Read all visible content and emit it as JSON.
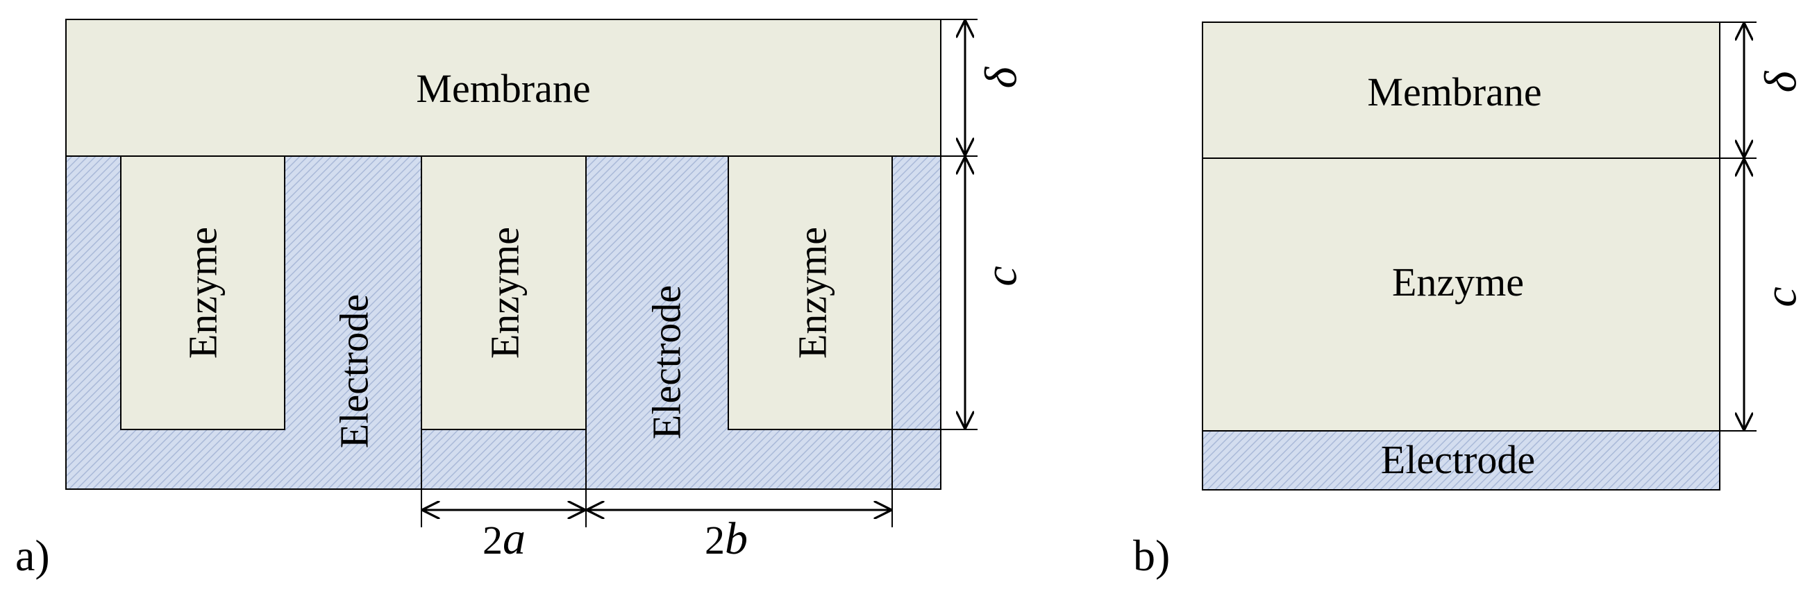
{
  "colors": {
    "membrane_fill": "#ebecdf",
    "enzyme_fill": "#ebecdf",
    "electrode_fill": "#d3ddef",
    "electrode_hatch": "#a9b9d8",
    "line": "#000000"
  },
  "panel_a": {
    "label": "a)",
    "membrane": "Membrane",
    "enzymes": [
      "Enzyme",
      "Enzyme",
      "Enzyme"
    ],
    "electrodes": [
      "Electrode",
      "Electrode"
    ],
    "dim_delta": "δ",
    "dim_c": "c",
    "dim_2a_num": "2",
    "dim_2a_var": "a",
    "dim_2b_num": "2",
    "dim_2b_var": "b"
  },
  "panel_b": {
    "label": "b)",
    "membrane": "Membrane",
    "enzyme": "Enzyme",
    "electrode": "Electrode",
    "dim_delta": "δ",
    "dim_c": "c"
  }
}
